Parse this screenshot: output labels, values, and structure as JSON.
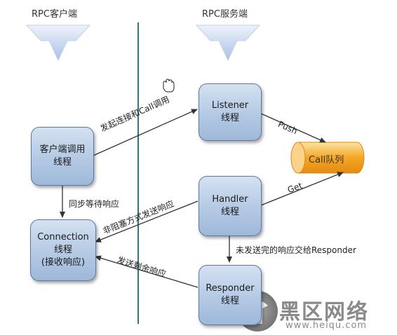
{
  "headers": {
    "client": "RPC客户端",
    "server": "RPC服务端"
  },
  "nodes": {
    "client_call": "客户端调用\n线程",
    "connection": "Connection\n线程\n(接收响应)",
    "listener": "Listener\n线程",
    "handler": "Handler\n线程",
    "responder": "Responder\n线程",
    "call_queue": "Call队列"
  },
  "edges": {
    "connect_call": "发起连接和Call调用",
    "push": "Push",
    "get": "Get",
    "sync_wait": "同步等待响应",
    "nonblocking_send": "非阻塞方式发送响应",
    "handoff": "未发送完的响应交给Responder",
    "send_rest": "发送剩余响应"
  },
  "watermark": {
    "brand": "黑区网络",
    "url": "www.heiqu.com"
  },
  "colors": {
    "box_border": "#5a79a6",
    "box_fill": "#b4c9e4",
    "queue_fill": "#f5a623",
    "funnel_fill": "#c9d8ef",
    "divider": "#3d6e7a"
  }
}
